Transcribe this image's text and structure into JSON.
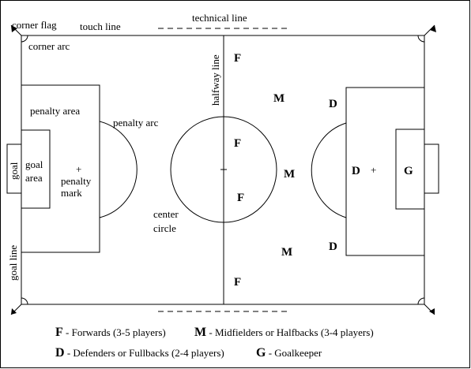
{
  "labels": {
    "corner_flag": "corner flag",
    "touch_line": "touch line",
    "technical_line": "technical line",
    "corner_arc": "corner arc",
    "halfway_line": "halfway line",
    "penalty_area": "penalty area",
    "penalty_arc": "penalty arc",
    "goal": "goal",
    "goal_area_1": "goal",
    "goal_area_2": "area",
    "penalty_mark_plus": "+",
    "penalty_mark_1": "penalty",
    "penalty_mark_2": "mark",
    "center_circle_1": "center",
    "center_circle_2": "circle",
    "goal_line": "goal line"
  },
  "positions": {
    "forward": "F",
    "midfielder": "M",
    "defender": "D",
    "goalkeeper": "G",
    "penalty_mark_plus": "+"
  },
  "legend": {
    "f_letter": "F",
    "f_text": " - Forwards (3-5 players)",
    "m_letter": "M",
    "m_text": " - Midfielders or Halfbacks (3-4 players)",
    "d_letter": "D",
    "d_text": " - Defenders or Fullbacks (2-4 players)",
    "g_letter": "G",
    "g_text": " - Goalkeeper"
  },
  "colors": {
    "line": "#000000",
    "background": "#ffffff"
  }
}
